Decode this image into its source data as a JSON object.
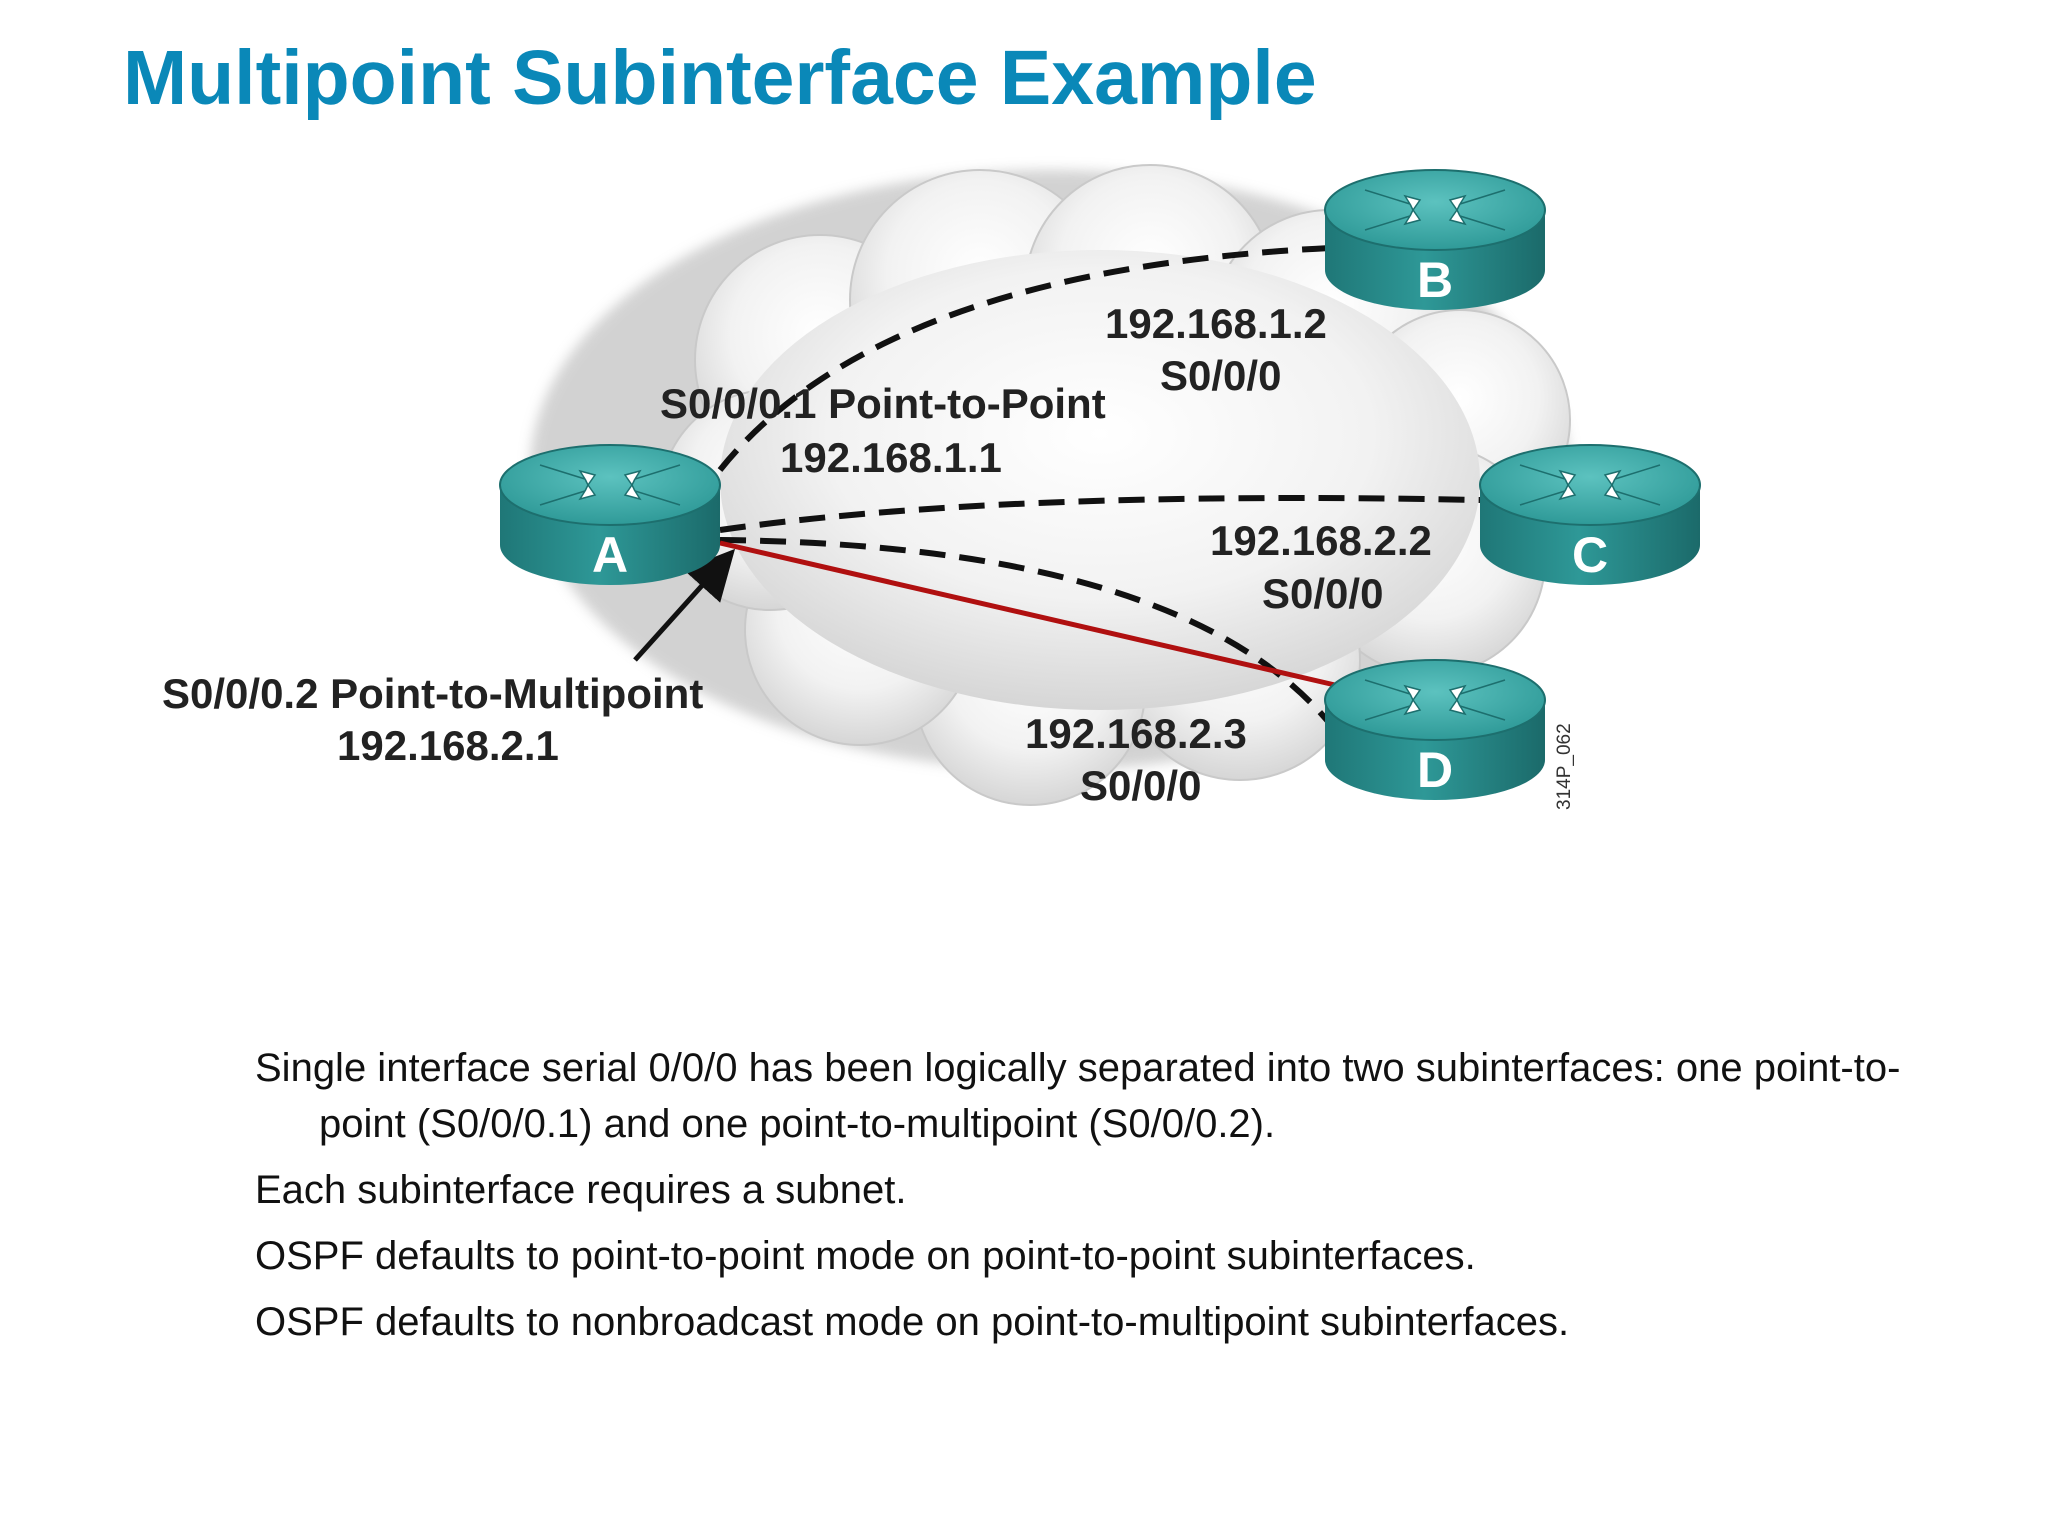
{
  "slide": {
    "title": "Multipoint Subinterface Example"
  },
  "diagram": {
    "routers": [
      {
        "id": "A",
        "label": "A"
      },
      {
        "id": "B",
        "label": "B"
      },
      {
        "id": "C",
        "label": "C"
      },
      {
        "id": "D",
        "label": "D"
      }
    ],
    "labels": {
      "a_sub1_name": "S0/0/0.1 Point-to-Point",
      "a_sub1_ip": "192.168.1.1",
      "a_sub2_name": "S0/0/0.2 Point-to-Multipoint",
      "a_sub2_ip": "192.168.2.1",
      "b_ip": "192.168.1.2",
      "b_if": "S0/0/0",
      "c_ip": "192.168.2.2",
      "c_if": "S0/0/0",
      "d_ip": "192.168.2.3",
      "d_if": "S0/0/0"
    },
    "figure_id": "314P_062",
    "colors": {
      "router": "#2a8f8f",
      "router_top": "#3fa8a6",
      "highlight_link": "#b01010",
      "title": "#0a88b8"
    }
  },
  "bullets": [
    "Single interface serial 0/0/0 has been logically separated into two subinterfaces: one point-to-point (S0/0/0.1) and one point-to-multipoint (S0/0/0.2).",
    "Each subinterface requires a subnet.",
    "OSPF defaults to point-to-point mode on point-to-point subinterfaces.",
    "OSPF defaults to nonbroadcast mode on point-to-multipoint subinterfaces."
  ]
}
